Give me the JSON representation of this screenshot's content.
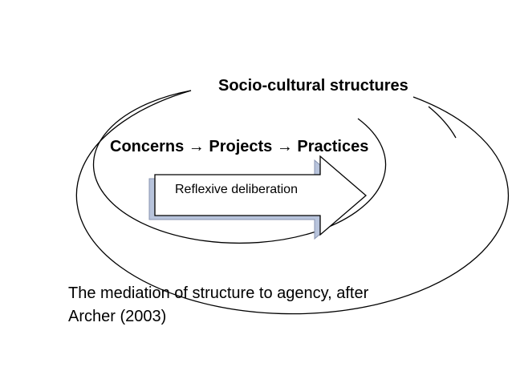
{
  "diagram": {
    "outer_ring_label": "Socio-cultural structures",
    "inner_ring_label": "Concerns → Projects → Practices",
    "arrow_label": "Reflexive deliberation"
  },
  "caption": {
    "line1": "The mediation of structure to agency, after",
    "line2": "Archer (2003)"
  },
  "colors": {
    "stroke": "#000000",
    "arrow_shadow": "#b8c4dc",
    "background": "#ffffff"
  }
}
